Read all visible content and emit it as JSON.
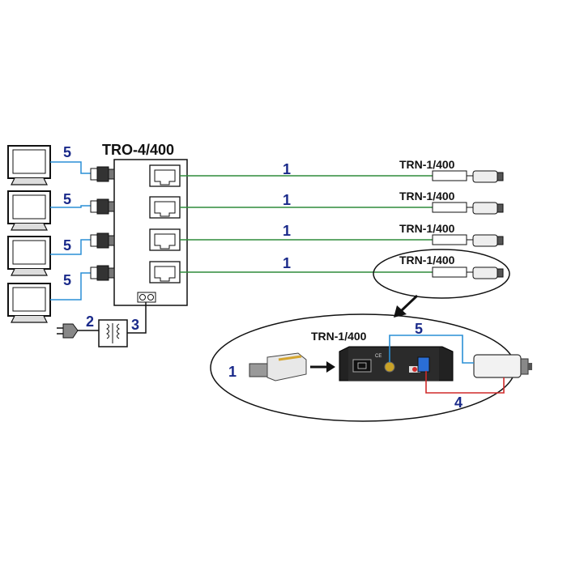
{
  "hub": {
    "title": "TRO-4/400",
    "camera_cable_label": "5",
    "power_labels": [
      "2",
      "3"
    ]
  },
  "receivers": [
    {
      "name": "TRN-1/400",
      "line_label": "1"
    },
    {
      "name": "TRN-1/400",
      "line_label": "1"
    },
    {
      "name": "TRN-1/400",
      "line_label": "1"
    },
    {
      "name": "TRN-1/400",
      "line_label": "1"
    }
  ],
  "detail": {
    "device": "TRN-1/400",
    "cable_in_label": "1",
    "video_label": "5",
    "power_label": "4"
  },
  "colors": {
    "utp_line": "#2e8b3a",
    "video_line": "#2a8fd6",
    "power_line": "#d02a2a",
    "label_blue": "#1a2a8a"
  }
}
